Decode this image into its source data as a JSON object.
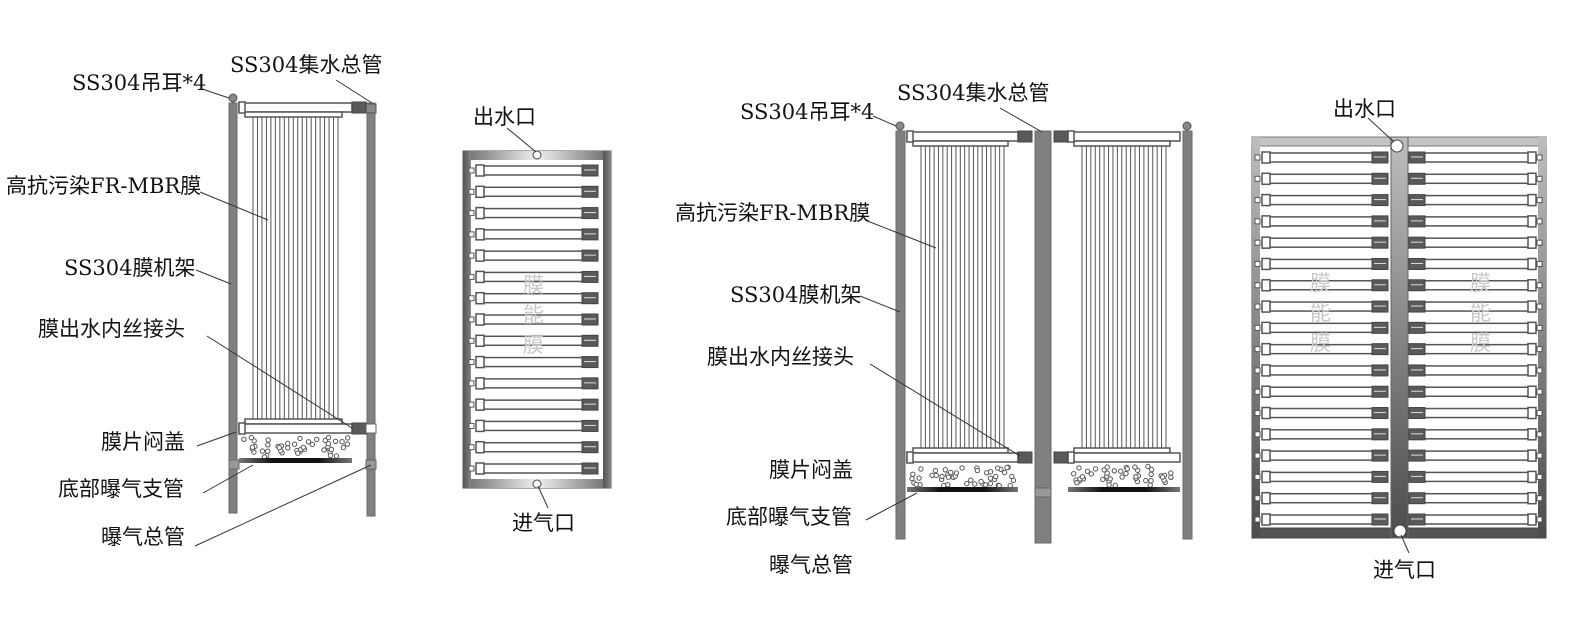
{
  "diagram": {
    "title": "MBR membrane module schematic",
    "side_view_single": {
      "labels": {
        "lifting_lug": "SS304吊耳*4",
        "water_header": "SS304集水总管",
        "membrane": "高抗污染FR-MBR膜",
        "frame": "SS304膜机架",
        "outlet_fitting": "膜出水内丝接头",
        "end_cap": "膜片闷盖",
        "aeration_branch": "底部曝气支管",
        "aeration_main": "曝气总管"
      },
      "fiber_count": 20
    },
    "top_view_single": {
      "labels": {
        "water_outlet": "出水口",
        "air_inlet": "进气口"
      },
      "watermark": [
        "膜",
        "能",
        "膜"
      ],
      "row_count": 15
    },
    "side_view_double": {
      "labels": {
        "lifting_lug": "SS304吊耳*4",
        "water_header": "SS304集水总管",
        "membrane": "高抗污染FR-MBR膜",
        "frame": "SS304膜机架",
        "outlet_fitting": "膜出水内丝接头",
        "end_cap": "膜片闷盖",
        "aeration_branch": "底部曝气支管",
        "aeration_main": "曝气总管"
      },
      "fiber_count": 20
    },
    "top_view_double": {
      "labels": {
        "water_outlet": "出水口",
        "air_inlet": "进气口"
      },
      "watermark": [
        "膜",
        "能",
        "膜"
      ],
      "row_count": 18
    },
    "colors": {
      "frame": "#808080",
      "connector": "#5a5a5a",
      "line": "#555555",
      "text": "#111111",
      "watermark": "#c8c8c8"
    }
  }
}
